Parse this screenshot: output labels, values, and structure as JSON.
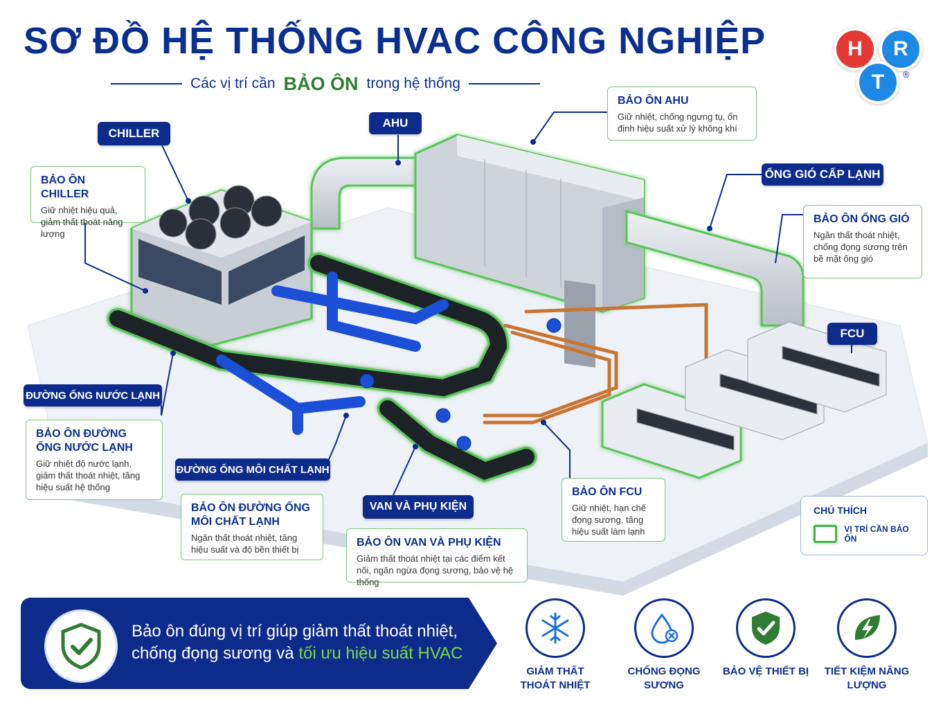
{
  "title": "SƠ ĐỒ HỆ THỐNG HVAC CÔNG NGHIỆP",
  "subtitle": {
    "before": "Các vị trí cần",
    "highlight": "BẢO ÔN",
    "after": "trong hệ thống"
  },
  "logo": {
    "letters": [
      "H",
      "R",
      "T"
    ],
    "registered": "®",
    "colors": [
      "#e53935",
      "#1e88e5",
      "#1e88e5"
    ]
  },
  "components": {
    "chiller": "CHILLER",
    "ahu": "AHU",
    "supply_duct": "ỐNG GIÓ CẤP LẠNH",
    "fcu": "FCU",
    "chilled_water_pipe": "ĐƯỜNG ỐNG NƯỚC LẠNH",
    "refrigerant_pipe": "ĐƯỜNG ỐNG MÔI CHẤT LẠNH",
    "valves": "VAN VÀ PHỤ KIỆN"
  },
  "callouts": {
    "chiller": {
      "heading": "BẢO ÔN CHILLER",
      "text": "Giữ nhiệt hiệu quả, giảm thất thoát năng lượng"
    },
    "ahu": {
      "heading": "BẢO ÔN AHU",
      "text": "Giữ nhiệt, chống ngưng tụ, ổn định hiệu suất xử lý không khí"
    },
    "duct": {
      "heading": "BẢO ÔN ỐNG GIÓ",
      "text": "Ngăn thất thoát nhiệt, chống đọng sương trên bề mặt ống gió"
    },
    "chilled_water": {
      "heading": "BẢO ÔN ĐƯỜNG ỐNG NƯỚC LẠNH",
      "text": "Giữ nhiệt độ nước lạnh, giảm thất thoát nhiệt, tăng hiệu suất hệ thống"
    },
    "refrigerant": {
      "heading": "BẢO ÔN ĐƯỜNG ỐNG MÔI CHẤT LẠNH",
      "text": "Ngăn thất thoát nhiệt, tăng hiệu suất và độ bền thiết bị"
    },
    "valves": {
      "heading": "BẢO ÔN VAN VÀ PHỤ KIỆN",
      "text": "Giảm thất thoát nhiệt tại các điểm kết nối, ngăn ngừa đọng sương, bảo vệ hệ thống"
    },
    "fcu": {
      "heading": "BẢO ÔN FCU",
      "text": "Giữ nhiệt, hạn chế đọng sương, tăng hiệu suất làm lạnh"
    }
  },
  "legend": {
    "heading": "CHÚ THÍCH",
    "item": "VỊ TRÍ CẦN BẢO ÔN"
  },
  "banner": {
    "line1": "Bảo ôn đúng vị trí giúp giảm thất thoát nhiệt,",
    "line2_before": "chống đọng sương và ",
    "line2_highlight": "tối ưu hiệu suất HVAC"
  },
  "features": [
    {
      "icon": "snowflake-icon",
      "label": "GIẢM THẤT THOÁT NHIỆT"
    },
    {
      "icon": "water-drop-icon",
      "label": "CHỐNG ĐỌNG SƯƠNG"
    },
    {
      "icon": "shield-check-icon",
      "label": "BẢO VỆ THIẾT BỊ"
    },
    {
      "icon": "lightning-leaf-icon",
      "label": "TIẾT KIỆM NĂNG LƯỢNG"
    }
  ],
  "colors": {
    "navy": "#0d2b8a",
    "insulation_green": "#4caf50",
    "chilled_water_blue": "#1a4fd6",
    "copper": "#c87533"
  }
}
